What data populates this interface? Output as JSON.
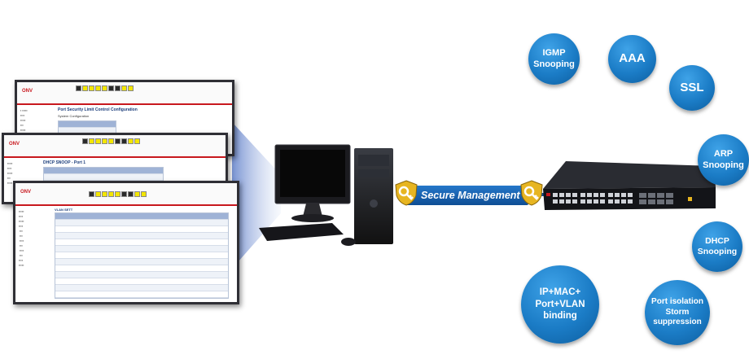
{
  "banner": {
    "label": "Secure Management"
  },
  "features": [
    {
      "label": "IGMP\nSnooping"
    },
    {
      "label": "AAA"
    },
    {
      "label": "SSL"
    },
    {
      "label": "ARP\nSnooping"
    },
    {
      "label": "DHCP\nSnooping"
    },
    {
      "label": "IP+MAC+\nPort+VLAN\nbinding"
    },
    {
      "label": "Port isolation\nStorm\nsuppression"
    }
  ],
  "screens": {
    "back": {
      "title": "Port Security Limit Control Configuration",
      "section": "System Configuration",
      "logo": "ONV"
    },
    "middle": {
      "title": "DHCP SNOOP - Port 1",
      "logo": "ONV"
    },
    "front": {
      "title": "VLAN SETT",
      "logo": "ONV"
    }
  },
  "colors": {
    "bubble": "#1b7cc6",
    "banner": "#1a62ae",
    "beam": "#6f8fd0",
    "brand_red": "#c8181e"
  }
}
